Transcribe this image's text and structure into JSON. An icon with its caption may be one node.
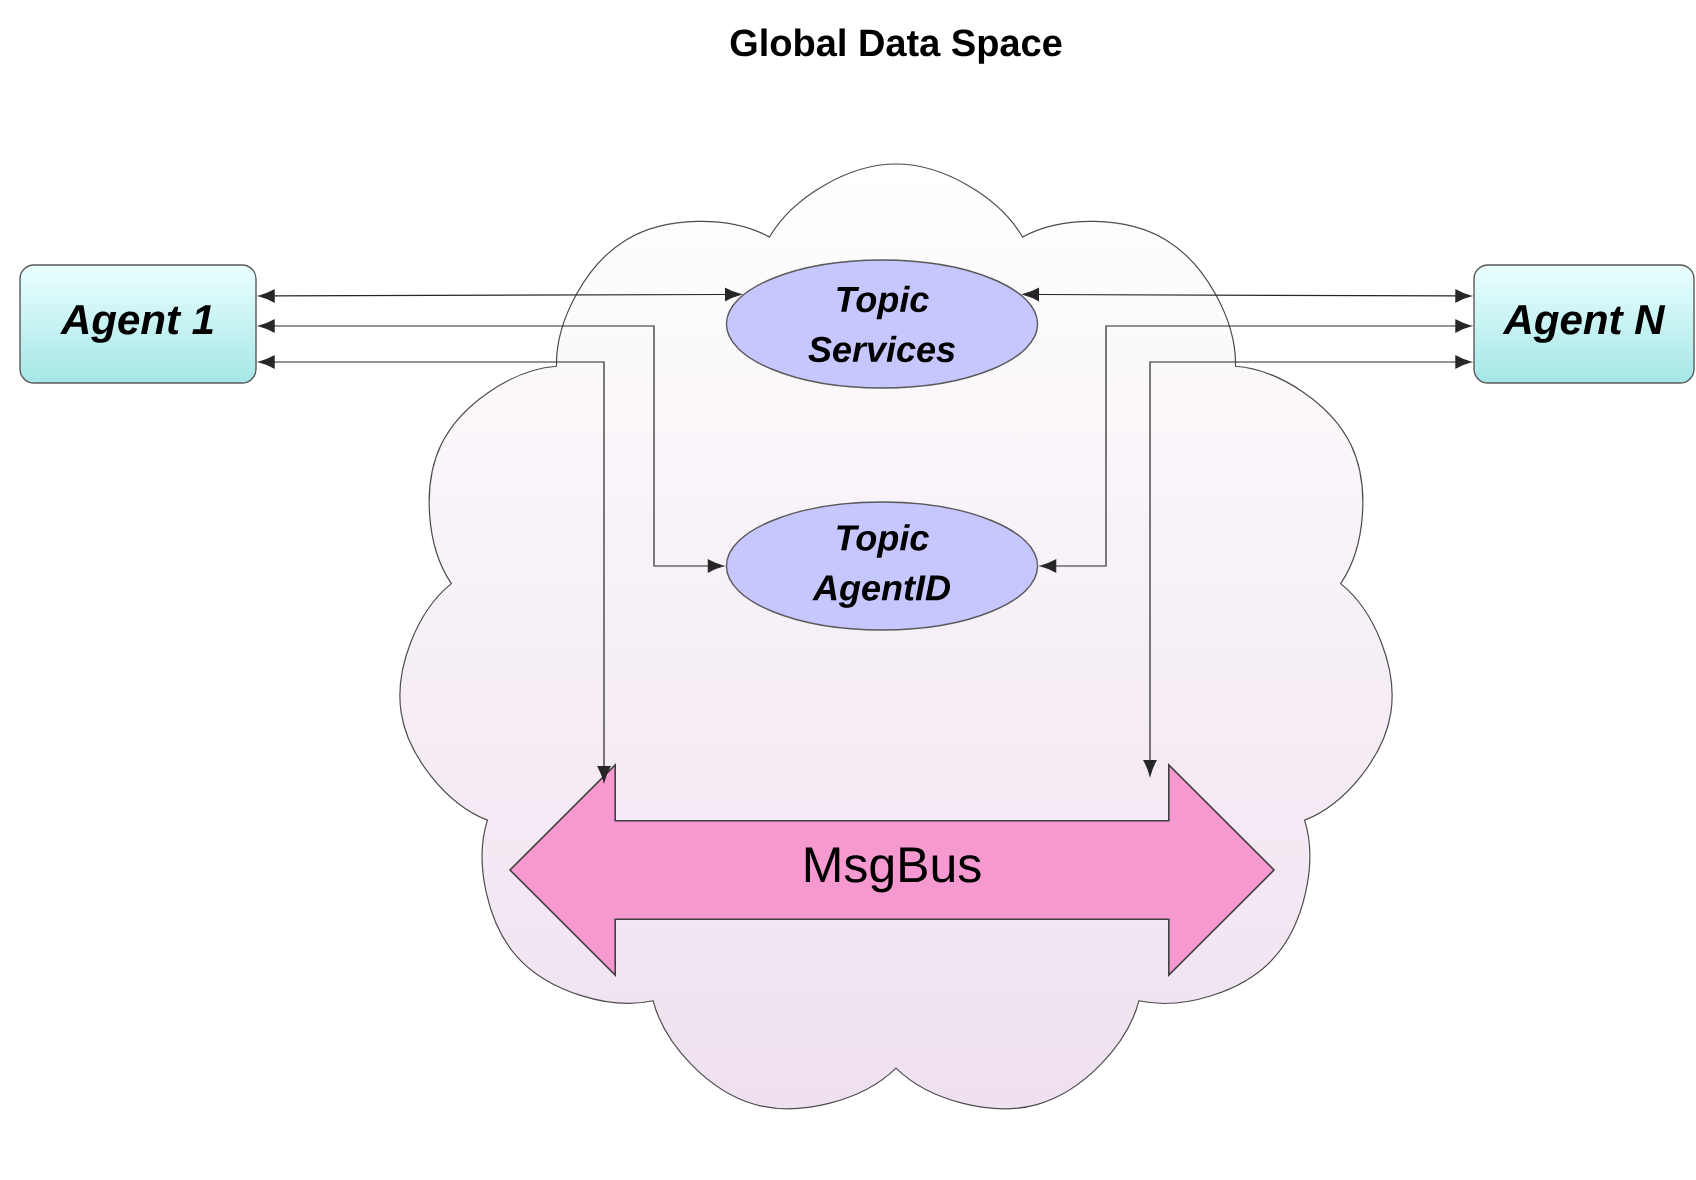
{
  "diagram": {
    "nodes": [
      {
        "text": [
          "Global Data Space"
        ]
      },
      {
        "text": [
          "Agent 1"
        ]
      },
      {
        "text": [
          "Topic Services"
        ],
        "in": 0
      },
      {
        "text": [
          "Topic AgentID"
        ],
        "in": 0
      },
      {
        "text": [
          "MsgBus"
        ],
        "in": 0
      },
      {
        "text": [
          "Agent N"
        ]
      }
    ],
    "edges": [
      {
        "from": 1,
        "to": 2,
        "arrow": "both"
      },
      {
        "from": 1,
        "to": 3,
        "arrow": "both"
      },
      {
        "from": 1,
        "to": 4,
        "arrow": "both"
      },
      {
        "from": 5,
        "to": 2,
        "arrow": "both"
      },
      {
        "from": 5,
        "to": 3,
        "arrow": "both"
      },
      {
        "from": 5,
        "to": 4,
        "arrow": "both"
      }
    ]
  }
}
